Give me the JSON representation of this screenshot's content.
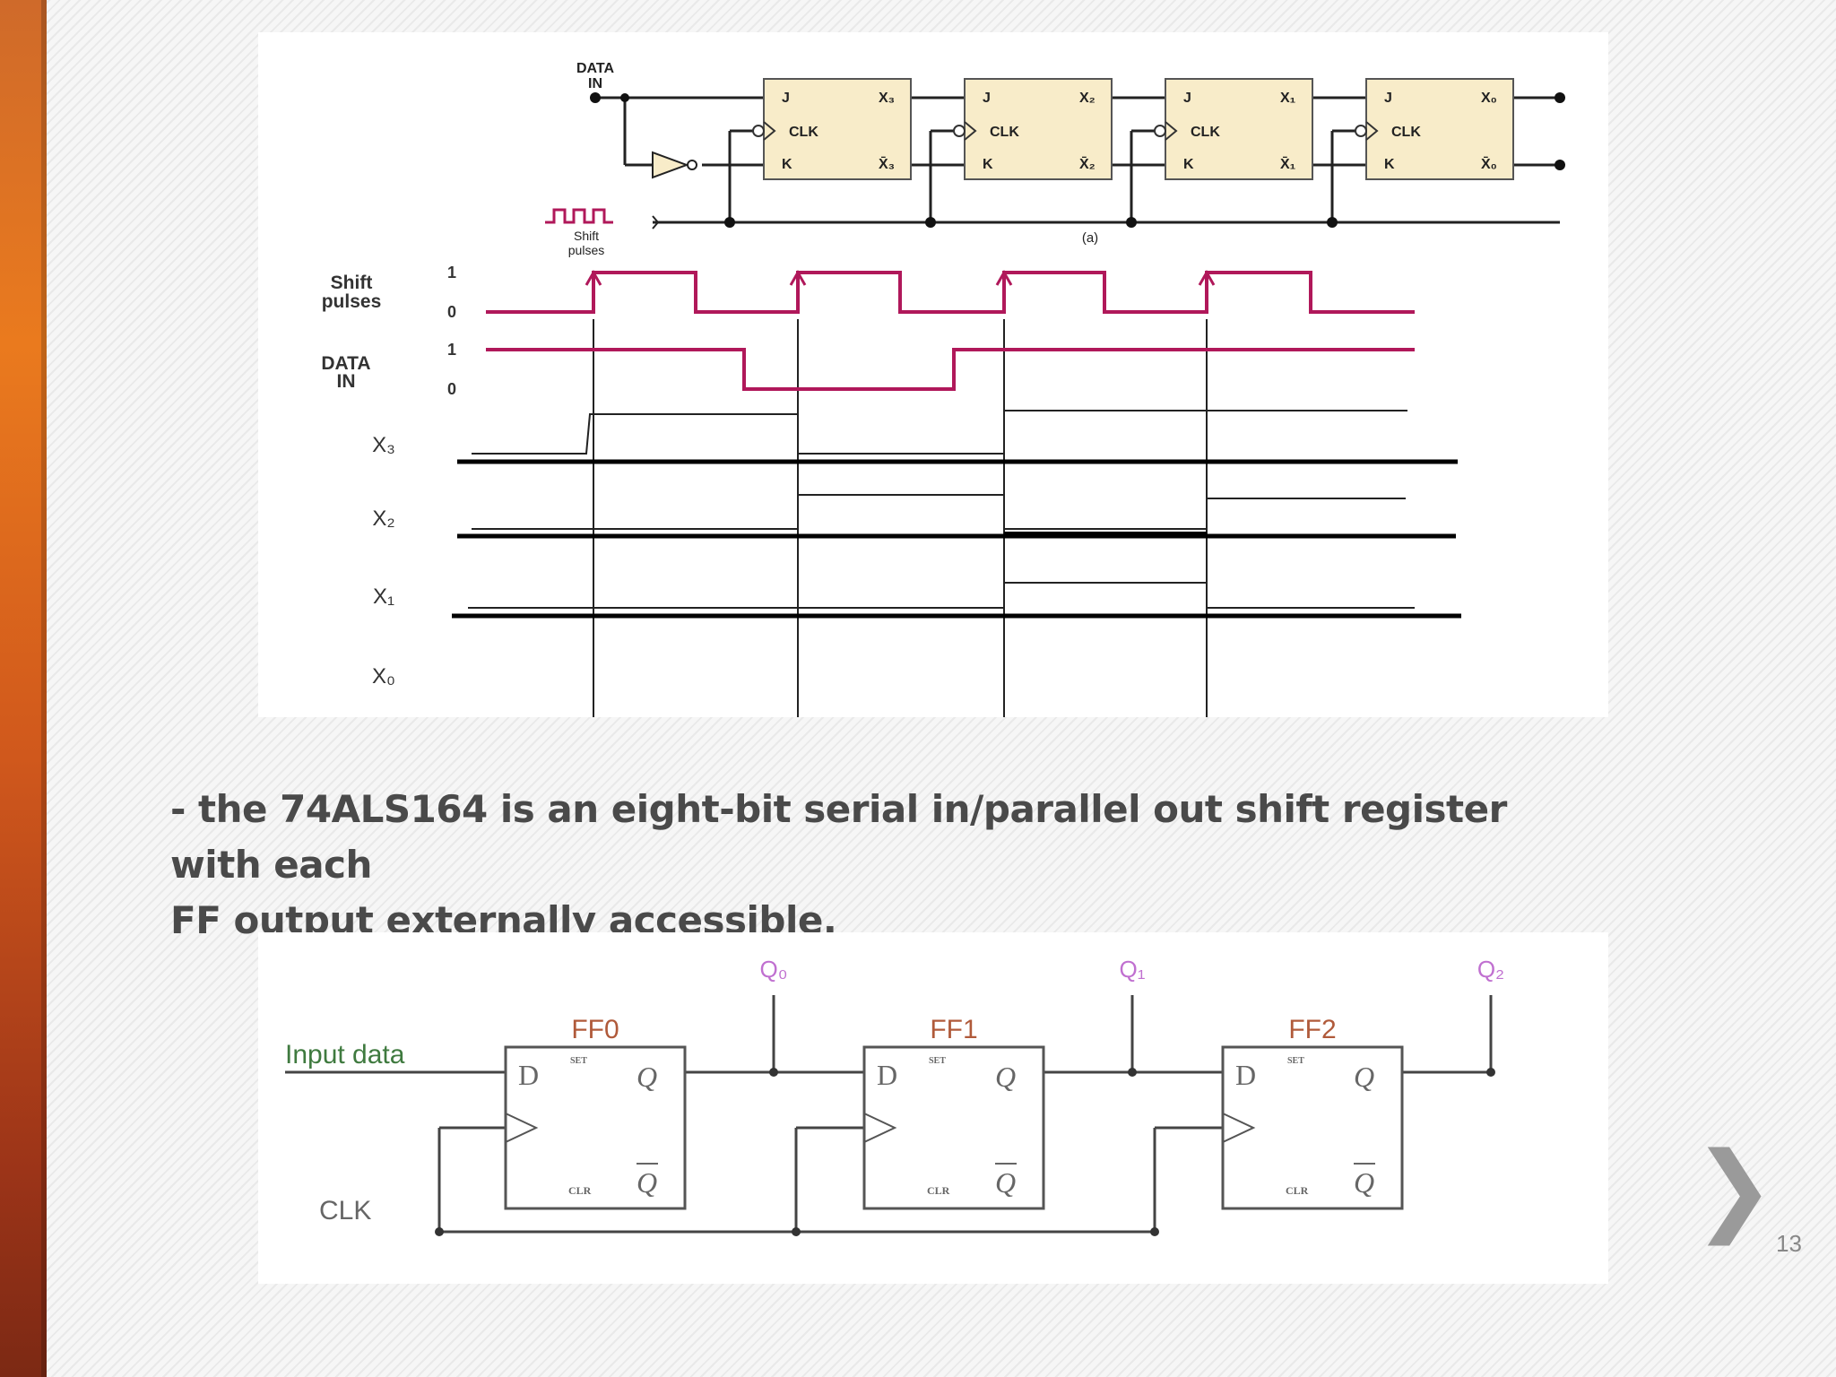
{
  "slide": {
    "caption_line1": "-  the 74ALS164 is an eight-bit serial in/parallel out shift register with each",
    "caption_line2": "FF output externally accessible.",
    "page_number": "13",
    "next_icon": "chevron-right-icon"
  },
  "top_diagram": {
    "data_in_label": [
      "DATA",
      "IN"
    ],
    "shift_pulses_label": [
      "Shift",
      "pulses"
    ],
    "figure_label": "(a)",
    "flipflops": [
      {
        "j": "J",
        "clk": "CLK",
        "k": "K",
        "q": "X₃",
        "qbar": "X̄₃"
      },
      {
        "j": "J",
        "clk": "CLK",
        "k": "K",
        "q": "X₂",
        "qbar": "X̄₂"
      },
      {
        "j": "J",
        "clk": "CLK",
        "k": "K",
        "q": "X₁",
        "qbar": "X̄₁"
      },
      {
        "j": "J",
        "clk": "CLK",
        "k": "K",
        "q": "X₀",
        "qbar": "X̄₀"
      }
    ]
  },
  "timing": {
    "shift_pulses_label": [
      "Shift",
      "pulses"
    ],
    "data_in_label": [
      "DATA",
      "IN"
    ],
    "level_high": "1",
    "level_low": "0",
    "signals": [
      "X₃",
      "X₂",
      "X₁",
      "X₀"
    ]
  },
  "bottom_diagram": {
    "input_label": "Input data",
    "clk_label": "CLK",
    "outputs": [
      "Q₀",
      "Q₁",
      "Q₂"
    ],
    "flipflops": [
      {
        "name": "FF0",
        "d": "D",
        "set": "SET",
        "q": "Q",
        "clr": "CLR",
        "qbar": "Q"
      },
      {
        "name": "FF1",
        "d": "D",
        "set": "SET",
        "q": "Q",
        "clr": "CLR",
        "qbar": "Q"
      },
      {
        "name": "FF2",
        "d": "D",
        "set": "SET",
        "q": "Q",
        "clr": "CLR",
        "qbar": "Q"
      }
    ]
  },
  "colors": {
    "accent_bar": "#e0701f",
    "waveform": "#b0185a",
    "flipflop_fill": "#f8ecc9",
    "output_label": "#c070d0"
  }
}
